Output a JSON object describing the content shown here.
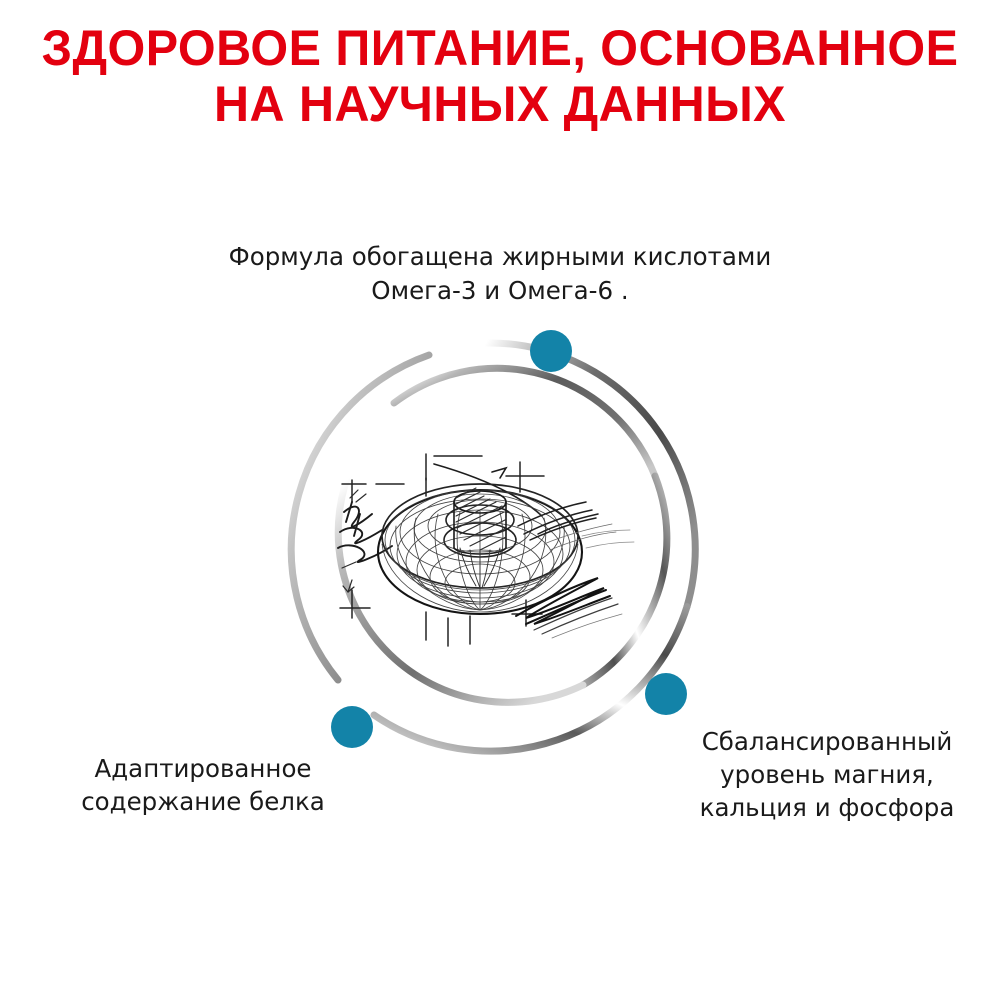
{
  "headline": {
    "line1": "ЗДОРОВОЕ ПИТАНИЕ, ОСНОВАННОЕ",
    "line2": "НА НАУЧНЫХ ДАННЫХ",
    "color": "#E3000F"
  },
  "callouts": {
    "top": {
      "line1": "Формула обогащена жирными кислотами",
      "line2": "Омега-3 и Омега-6 ."
    },
    "bottom_left": {
      "line1": "Адаптированное",
      "line2": "содержание белка"
    },
    "bottom_right": {
      "line1": "Сбалансированный",
      "line2": "уровень магния,",
      "line3": "кальция и фосфора"
    }
  },
  "diagram": {
    "node_color": "#1383A8",
    "ring_color_dark": "#3a3a3a",
    "ring_color_light": "#ffffff",
    "center_illustration": "kibble-torus-technical-sketch",
    "node_labels": {
      "top": "omega-fatty-acids-node",
      "left": "protein-content-node",
      "right": "minerals-balance-node"
    }
  }
}
